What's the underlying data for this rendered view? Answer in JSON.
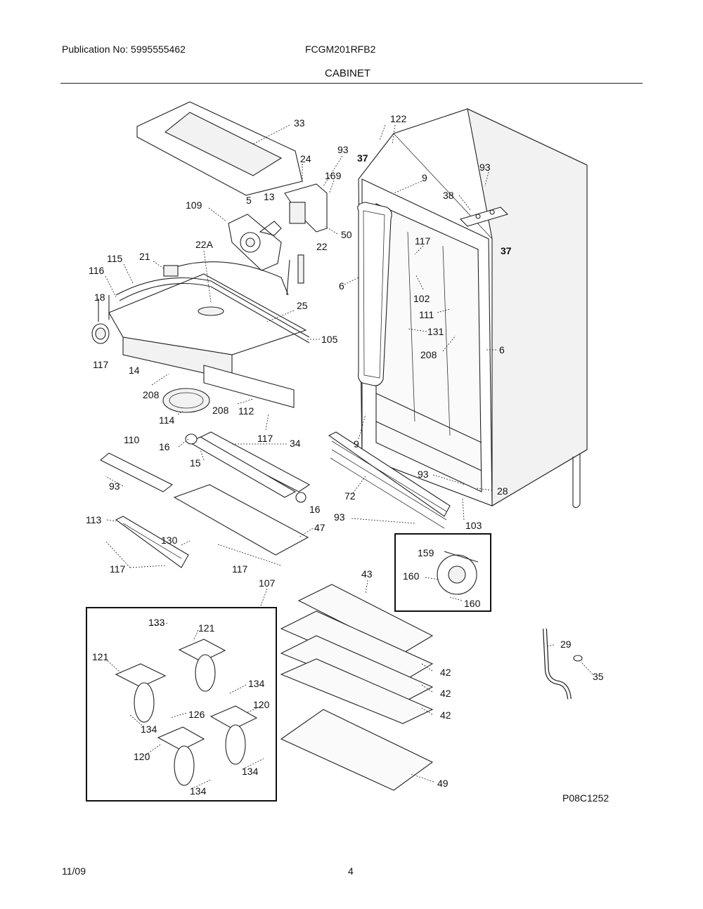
{
  "header": {
    "publication": "Publication No: 5995555462",
    "model": "FCGM201RFB2",
    "title": "CABINET"
  },
  "footer": {
    "date": "11/09",
    "page": "4"
  },
  "figure_code": "P08C1252",
  "callouts": [
    {
      "id": "c33",
      "text": "33"
    },
    {
      "id": "c122",
      "text": "122"
    },
    {
      "id": "c24",
      "text": "24"
    },
    {
      "id": "c93a",
      "text": "93"
    },
    {
      "id": "c37a",
      "text": "37"
    },
    {
      "id": "c169",
      "text": "169"
    },
    {
      "id": "c9a",
      "text": "9"
    },
    {
      "id": "c93b",
      "text": "93"
    },
    {
      "id": "c5",
      "text": "5"
    },
    {
      "id": "c13",
      "text": "13"
    },
    {
      "id": "c109",
      "text": "109"
    },
    {
      "id": "c38",
      "text": "38"
    },
    {
      "id": "c50",
      "text": "50"
    },
    {
      "id": "c37b",
      "text": "37"
    },
    {
      "id": "c22a",
      "text": "22A"
    },
    {
      "id": "c22",
      "text": "22"
    },
    {
      "id": "c117a",
      "text": "117"
    },
    {
      "id": "c21",
      "text": "21"
    },
    {
      "id": "c115",
      "text": "115"
    },
    {
      "id": "c116",
      "text": "116"
    },
    {
      "id": "c6a",
      "text": "6"
    },
    {
      "id": "c102",
      "text": "102"
    },
    {
      "id": "c18",
      "text": "18"
    },
    {
      "id": "c25",
      "text": "25"
    },
    {
      "id": "c111",
      "text": "111"
    },
    {
      "id": "c131",
      "text": "131"
    },
    {
      "id": "c105",
      "text": "105"
    },
    {
      "id": "c208a",
      "text": "208"
    },
    {
      "id": "c6b",
      "text": "6"
    },
    {
      "id": "c117b",
      "text": "117"
    },
    {
      "id": "c14",
      "text": "14"
    },
    {
      "id": "c208b",
      "text": "208"
    },
    {
      "id": "c208c",
      "text": "208"
    },
    {
      "id": "c112",
      "text": "112"
    },
    {
      "id": "c114",
      "text": "114"
    },
    {
      "id": "c117c",
      "text": "117"
    },
    {
      "id": "c110",
      "text": "110"
    },
    {
      "id": "c16a",
      "text": "16"
    },
    {
      "id": "c34",
      "text": "34"
    },
    {
      "id": "c9b",
      "text": "9"
    },
    {
      "id": "c15",
      "text": "15"
    },
    {
      "id": "c93c",
      "text": "93"
    },
    {
      "id": "c93d",
      "text": "93"
    },
    {
      "id": "c28",
      "text": "28"
    },
    {
      "id": "c72",
      "text": "72"
    },
    {
      "id": "c16b",
      "text": "16"
    },
    {
      "id": "c113",
      "text": "113"
    },
    {
      "id": "c93e",
      "text": "93"
    },
    {
      "id": "c103",
      "text": "103"
    },
    {
      "id": "c47",
      "text": "47"
    },
    {
      "id": "c130",
      "text": "130"
    },
    {
      "id": "c159",
      "text": "159"
    },
    {
      "id": "c117d",
      "text": "117"
    },
    {
      "id": "c117e",
      "text": "117"
    },
    {
      "id": "c160a",
      "text": "160"
    },
    {
      "id": "c107",
      "text": "107"
    },
    {
      "id": "c43",
      "text": "43"
    },
    {
      "id": "c160b",
      "text": "160"
    },
    {
      "id": "c133",
      "text": "133"
    },
    {
      "id": "c121a",
      "text": "121"
    },
    {
      "id": "c121b",
      "text": "121"
    },
    {
      "id": "c29",
      "text": "29"
    },
    {
      "id": "c42a",
      "text": "42"
    },
    {
      "id": "c35",
      "text": "35"
    },
    {
      "id": "c134a",
      "text": "134"
    },
    {
      "id": "c42b",
      "text": "42"
    },
    {
      "id": "c120a",
      "text": "120"
    },
    {
      "id": "c126",
      "text": "126"
    },
    {
      "id": "c42c",
      "text": "42"
    },
    {
      "id": "c134b",
      "text": "134"
    },
    {
      "id": "c120b",
      "text": "120"
    },
    {
      "id": "c134c",
      "text": "134"
    },
    {
      "id": "c134d",
      "text": "134"
    },
    {
      "id": "c49",
      "text": "49"
    }
  ]
}
